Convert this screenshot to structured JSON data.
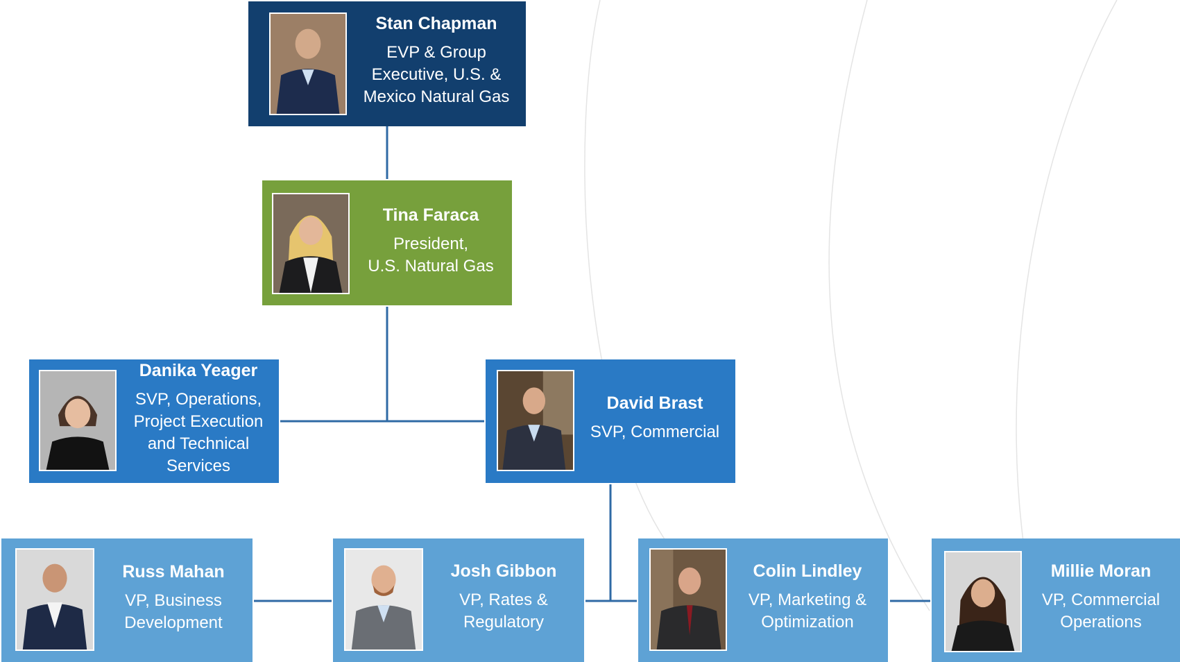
{
  "colors": {
    "top": "#123f6e",
    "president": "#77a03c",
    "svp": "#2a7ac5",
    "vp": "#5ea2d5",
    "line": "#2f6aa5"
  },
  "people": {
    "stan": {
      "name": "Stan Chapman",
      "title": "EVP & Group\nExecutive, U.S. &\nMexico Natural Gas"
    },
    "tina": {
      "name": "Tina Faraca",
      "title": "President,\nU.S. Natural Gas"
    },
    "danika": {
      "name": "Danika Yeager",
      "title": "SVP, Operations,\nProject Execution\nand Technical\nServices"
    },
    "david": {
      "name": "David Brast",
      "title": "SVP, Commercial"
    },
    "russ": {
      "name": "Russ Mahan",
      "title": "VP, Business\nDevelopment"
    },
    "josh": {
      "name": "Josh Gibbon",
      "title": "VP, Rates &\nRegulatory"
    },
    "colin": {
      "name": "Colin Lindley",
      "title": "VP, Marketing &\nOptimization"
    },
    "millie": {
      "name": "Millie Moran",
      "title": "VP, Commercial\nOperations"
    }
  }
}
